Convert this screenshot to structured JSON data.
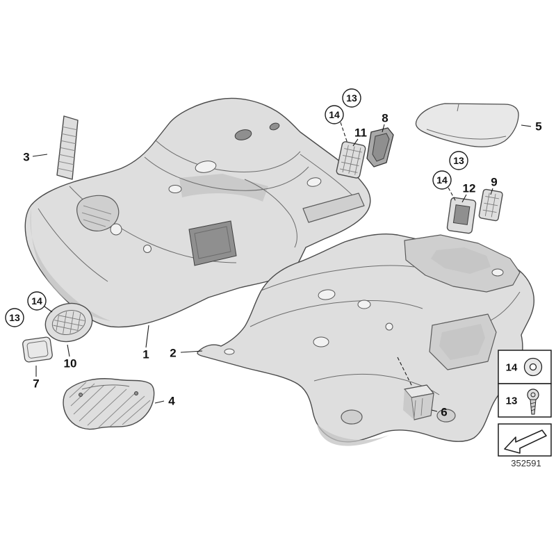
{
  "diagram": {
    "id": "352591"
  },
  "callouts": {
    "n1": "1",
    "n2": "2",
    "n3": "3",
    "n4": "4",
    "n5": "5",
    "n6": "6",
    "n7": "7",
    "n8": "8",
    "n9": "9",
    "n10": "10",
    "n11": "11",
    "n12": "12",
    "n13": "13",
    "n14": "14"
  },
  "legend": {
    "rows": [
      {
        "label": "14",
        "icon": "washer-icon"
      },
      {
        "label": "13",
        "icon": "screw-icon"
      }
    ],
    "direction_icon": "view-direction-arrow-icon"
  },
  "colors": {
    "part_fill": "#dedede",
    "part_shade": "#c3c3c3",
    "part_stroke": "#4a4a4a",
    "callout_line": "#1a1a1a"
  }
}
